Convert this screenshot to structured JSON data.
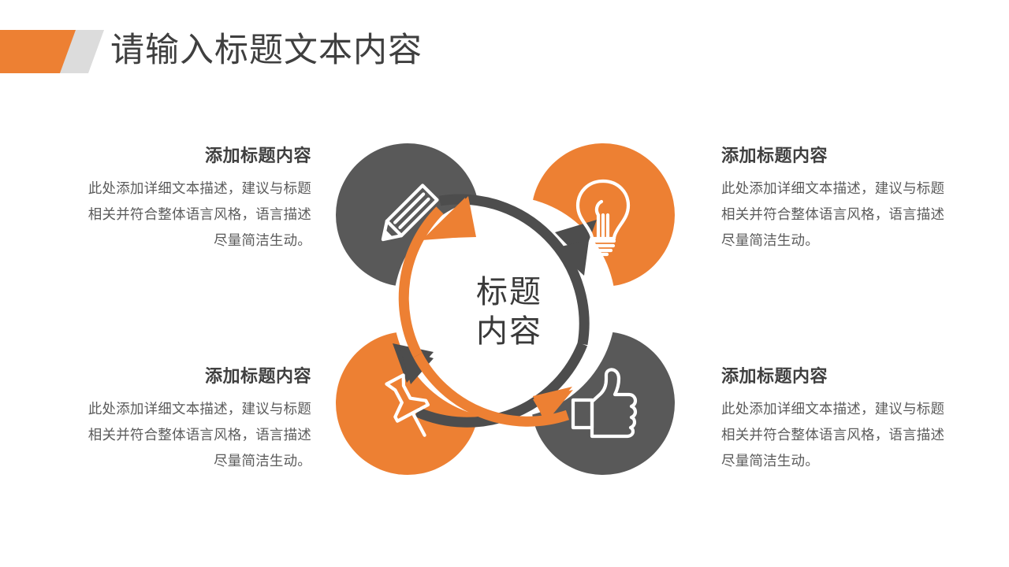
{
  "slide": {
    "background_color": "#FFFFFF",
    "accent_orange": "#ED8033",
    "accent_gray": "#595959",
    "accent_light_gray": "#DCDCDC"
  },
  "header": {
    "title": "请输入标题文本内容"
  },
  "center": {
    "line1": "标题",
    "line2": "内容"
  },
  "blocks": [
    {
      "position": "top-left",
      "icon": "pencil-icon",
      "icon_circle_color": "#595959",
      "heading": "添加标题内容",
      "body": "此处添加详细文本描述，建议与标题相关并符合整体语言风格，语言描述尽量简洁生动。"
    },
    {
      "position": "top-right",
      "icon": "lightbulb-icon",
      "icon_circle_color": "#ED8033",
      "heading": "添加标题内容",
      "body": "此处添加详细文本描述，建议与标题相关并符合整体语言风格，语言描述尽量简洁生动。"
    },
    {
      "position": "bottom-left",
      "icon": "pushpin-icon",
      "icon_circle_color": "#ED8033",
      "heading": "添加标题内容",
      "body": "此处添加详细文本描述，建议与标题相关并符合整体语言风格，语言描述尽量简洁生动。"
    },
    {
      "position": "bottom-right",
      "icon": "thumbs-up-icon",
      "icon_circle_color": "#595959",
      "heading": "添加标题内容",
      "body": "此处添加详细文本描述，建议与标题相关并符合整体语言风格，语言描述尽量简洁生动。"
    }
  ]
}
